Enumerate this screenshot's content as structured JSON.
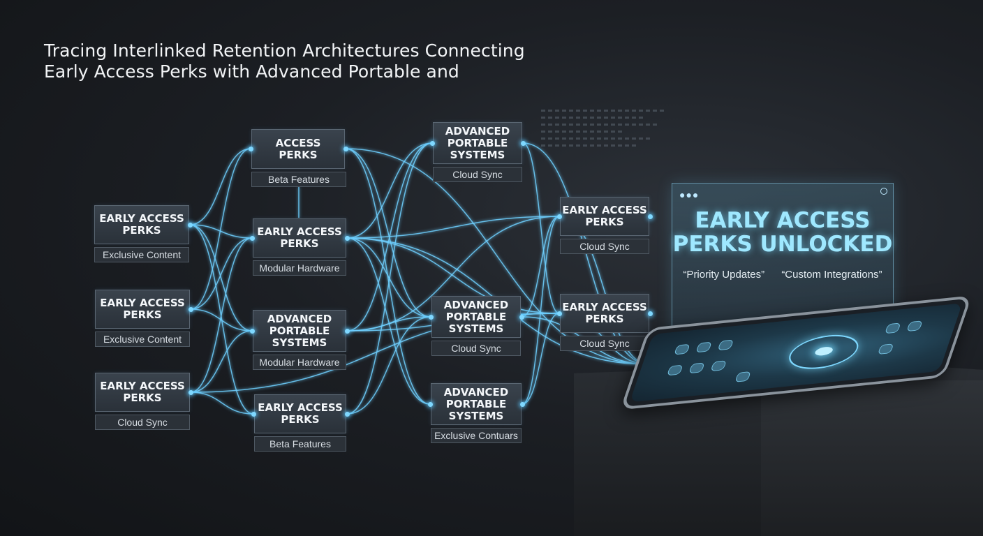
{
  "title": {
    "line1": "Tracing Interlinked Retention Architectures Connecting",
    "line2": "Early Access Perks with Advanced Portable and"
  },
  "nodes": [
    {
      "id": "n1",
      "heading1": "EARLY ACCESS",
      "heading2": "PERKS",
      "heading3": "",
      "label": "Exclusive Content"
    },
    {
      "id": "n2",
      "heading1": "EARLY ACCESS",
      "heading2": "PERKS",
      "heading3": "",
      "label": "Exclusive Content"
    },
    {
      "id": "n3",
      "heading1": "EARLY ACCESS",
      "heading2": "PERKS",
      "heading3": "",
      "label": "Cloud Sync"
    },
    {
      "id": "n4",
      "heading1": "ACCESS",
      "heading2": "PERKS",
      "heading3": "",
      "label": "Beta Features"
    },
    {
      "id": "n5",
      "heading1": "EARLY ACCESS",
      "heading2": "PERKS",
      "heading3": "",
      "label": "Modular Hardware"
    },
    {
      "id": "n6",
      "heading1": "ADVANCED",
      "heading2": "PORTABLE",
      "heading3": "SYSTEMS",
      "label": "Modular Hardware"
    },
    {
      "id": "n7",
      "heading1": "EARLY ACCESS",
      "heading2": "PERKS",
      "heading3": "",
      "label": "Beta Features"
    },
    {
      "id": "n8",
      "heading1": "ADVANCED",
      "heading2": "PORTABLE",
      "heading3": "SYSTEMS",
      "label": "Cloud Sync"
    },
    {
      "id": "n9",
      "heading1": "ADVANCED",
      "heading2": "PORTABLE",
      "heading3": "SYSTEMS",
      "label": "Cloud Sync"
    },
    {
      "id": "n10",
      "heading1": "ADVANCED",
      "heading2": "PORTABLE",
      "heading3": "SYSTEMS",
      "label": "Exclusive Contuars"
    },
    {
      "id": "n11",
      "heading1": "EARLY ACCESS",
      "heading2": "PERKS",
      "heading3": "",
      "label": "Cloud Sync"
    },
    {
      "id": "n12",
      "heading1": "EARLY ACCESS",
      "heading2": "PERKS",
      "heading3": "",
      "label": "Cloud Sync"
    }
  ],
  "panel": {
    "headline1": "EARLY ACCESS",
    "headline2": "PERKS UNLOCKED",
    "item1": "“Priority Updates”",
    "item2": "“Custom Integrations”"
  },
  "colors": {
    "wire": "#6fd0ff",
    "glow": "#9fe8ff"
  },
  "icons": {
    "panel_menu": "ellipsis-icon",
    "panel_status": "circle-icon"
  }
}
